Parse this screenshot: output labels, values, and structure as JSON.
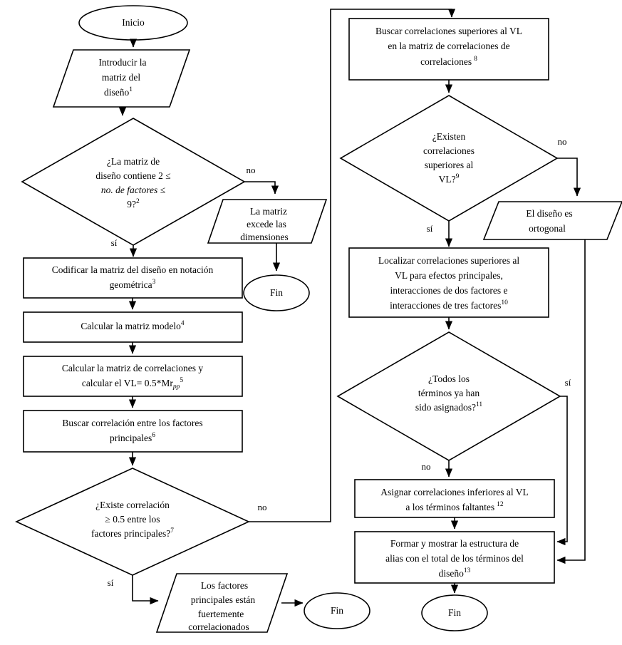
{
  "diagram": {
    "type": "flowchart",
    "title": "Diagrama de flujo - estructura de alias de un diseno",
    "language": "es",
    "colors": {
      "stroke": "#000000",
      "fill": "#ffffff",
      "background": "#ffffff"
    },
    "edge_labels": {
      "yes": "sí",
      "no": "no"
    },
    "nodes": {
      "start": {
        "shape": "ellipse",
        "label": "Inicio"
      },
      "input_matrix": {
        "shape": "parallelogram",
        "line1": "Introducir la",
        "line2": "matriz del",
        "line3": "diseño",
        "sup": "1"
      },
      "decide_factors": {
        "shape": "diamond",
        "line1": "¿La matriz de",
        "line2": "diseño contiene 2 ≤",
        "line3": "no. de factores ≤",
        "line4": "9?",
        "sup": "2"
      },
      "exceeds": {
        "shape": "parallelogram",
        "line1": "La matriz",
        "line2": "excede las",
        "line3": "dimensiones"
      },
      "end_exceeds": {
        "shape": "ellipse",
        "label": "Fin"
      },
      "codify": {
        "shape": "process",
        "line1": "Codificar la matriz del diseño en notación",
        "line2": "geométrica",
        "sup": "3"
      },
      "model_matrix": {
        "shape": "process",
        "line1": "Calcular la matriz modelo",
        "sup": "4"
      },
      "corr_matrix": {
        "shape": "process",
        "line1": "Calcular la matriz de correlaciones y",
        "line2": "calcular el VL= 0.5*Mr",
        "sub": "pp",
        "sup": "5"
      },
      "search_corr": {
        "shape": "process",
        "line1": "Buscar correlación entre los factores",
        "line2": "principales",
        "sup": "6"
      },
      "decide_corr05": {
        "shape": "diamond",
        "line1": "¿Existe correlación",
        "line2": "≥ 0.5 entre los",
        "line3": "factores principales?",
        "sup": "7"
      },
      "strongly_corr": {
        "shape": "parallelogram",
        "line1": "Los factores",
        "line2": "principales están",
        "line3": "fuertemente",
        "line4": "correlacionados"
      },
      "end_strong": {
        "shape": "ellipse",
        "label": "Fin"
      },
      "search_sup_vl": {
        "shape": "process",
        "line1": "Buscar correlaciones superiores al VL",
        "line2": "en la matriz de correlaciones de",
        "line3": "correlaciones",
        "sup": "8"
      },
      "decide_sup_vl": {
        "shape": "diamond",
        "line1": "¿Existen",
        "line2": "correlaciones",
        "line3": "superiores al",
        "line4": "VL?",
        "sup": "9"
      },
      "orthogonal": {
        "shape": "parallelogram",
        "line1": "El diseño es",
        "line2": "ortogonal"
      },
      "locate": {
        "shape": "process",
        "line1": "Localizar correlaciones superiores al",
        "line2": "VL para efectos principales,",
        "line3": "interacciones de dos factores e",
        "line4": "interacciones de tres factores",
        "sup": "10"
      },
      "decide_terms": {
        "shape": "diamond",
        "line1": "¿Todos los",
        "line2": "términos ya han",
        "line3": "sido asignados?",
        "sup": "11"
      },
      "assign": {
        "shape": "process",
        "line1": "Asignar correlaciones inferiores al VL",
        "line2": "a los términos faltantes",
        "sup": "12"
      },
      "form_alias": {
        "shape": "process",
        "line1": "Formar y mostrar la estructura de",
        "line2": "alias con el total de los términos del",
        "line3": "diseño",
        "sup": "13"
      },
      "end_final": {
        "shape": "ellipse",
        "label": "Fin"
      }
    }
  }
}
